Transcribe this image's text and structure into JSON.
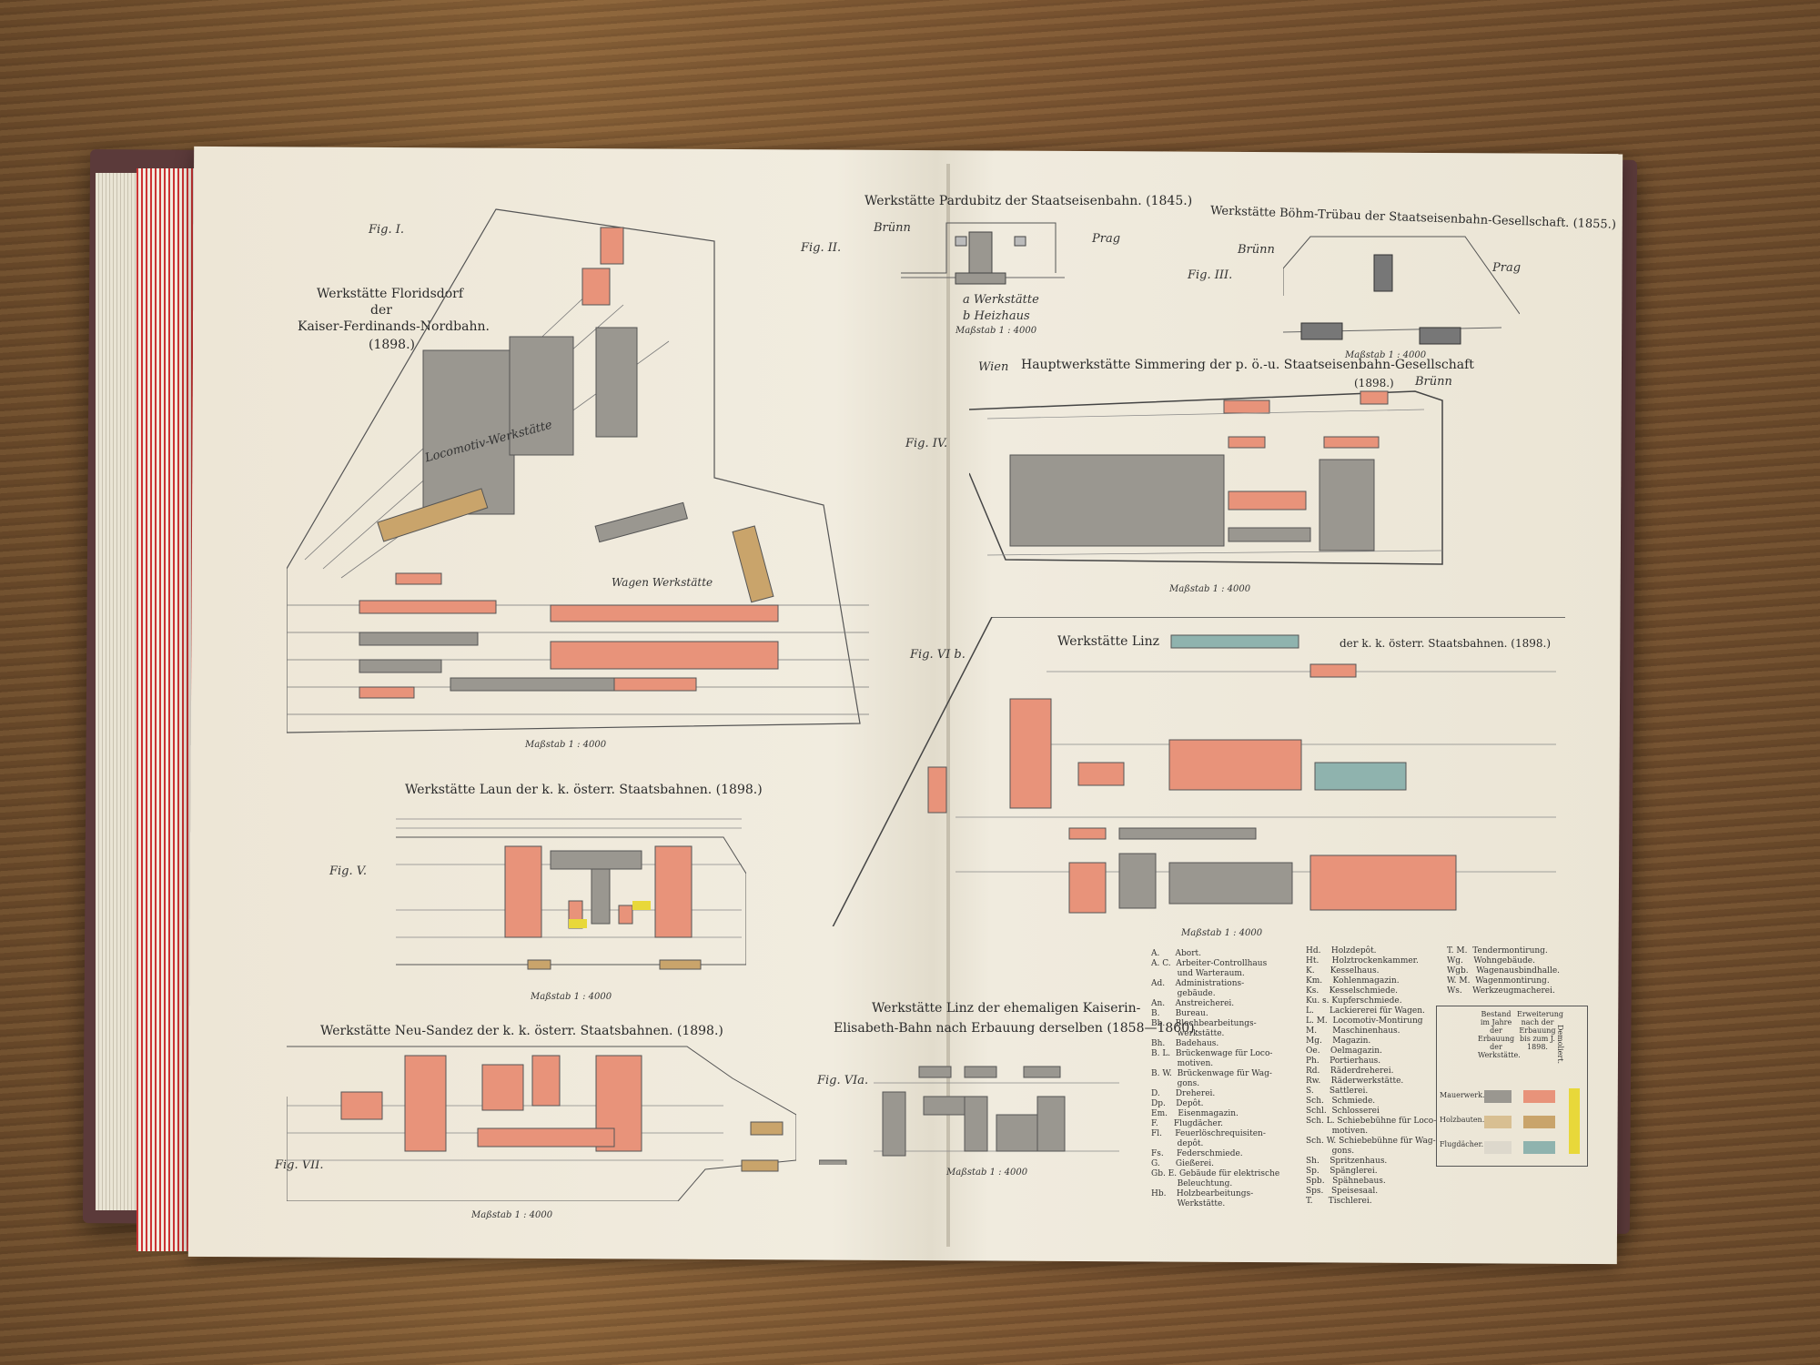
{
  "figures": [
    {
      "id": "fig1",
      "fig": "Fig. I.",
      "title": [
        "Werkstätte Floridsdorf",
        "der",
        "Kaiser-Ferdinands-Nordbahn.",
        "(1898.)"
      ],
      "scale": "Maßstab 1 : 4000",
      "labels": {
        "lok": "Locomotiv-Werkstätte",
        "wagen": "Wagen Werkstätte"
      }
    },
    {
      "id": "fig2",
      "fig": "Fig. II.",
      "title": "Werkstätte Pardubitz der Staatseisenbahn. (1845.)",
      "notes": [
        "a Werkstätte",
        "b Heizhaus"
      ],
      "scale": "Maßstab 1 : 4000",
      "dirs": [
        "Brünn",
        "Prag"
      ]
    },
    {
      "id": "fig3",
      "fig": "Fig. III.",
      "title": "Werkstätte Böhm-Trübau der Staatseisenbahn-Gesellschaft. (1855.)",
      "scale": "Maßstab 1 : 4000",
      "dirs": [
        "Brünn",
        "Prag"
      ]
    },
    {
      "id": "fig4",
      "fig": "Fig. IV.",
      "title": "Hauptwerkstätte Simmering der p. ö.-u. Staatseisenbahn-Gesellschaft",
      "year": "(1898.)",
      "scale": "Maßstab 1 : 4000",
      "dirs": [
        "Wien",
        "Brünn"
      ]
    },
    {
      "id": "fig5",
      "fig": "Fig. V.",
      "title": "Werkstätte Laun der k. k. österr. Staatsbahnen. (1898.)",
      "scale": "Maßstab 1 : 4000"
    },
    {
      "id": "fig6b",
      "fig": "Fig. VI b.",
      "title": "Werkstätte Linz",
      "title2": "der k. k. österr. Staatsbahnen. (1898.)",
      "scale": "Maßstab 1 : 4000"
    },
    {
      "id": "fig6a",
      "fig": "Fig. VIa.",
      "title": [
        "Werkstätte Linz der ehemaligen Kaiserin-",
        "Elisabeth-Bahn nach Erbauung derselben (1858—1860)."
      ],
      "scale": "Maßstab 1 : 4000"
    },
    {
      "id": "fig7",
      "fig": "Fig. VII.",
      "title": "Werkstätte Neu-Sandez der k. k. österr. Staatsbahnen. (1898.)",
      "scale": "Maßstab 1 : 4000"
    }
  ],
  "legend": {
    "col1": "A.      Abort.\nA. C.  Arbeiter-Controllhaus\n          und Warteraum.\nAd.    Administrations-\n          gebäude.\nAn.    Anstreicherei.\nB.      Bureau.\nBb.    Blechbearbeitungs-\n          werkstätte.\nBh.    Badehaus.\nB. L.  Brückenwage für Loco-\n          motiven.\nB. W.  Brückenwage für Wag-\n          gons.\nD.      Dreherei.\nDp.    Depôt.\nEm.    Eisenmagazin.\nF.      Flugdächer.\nFl.     Feuerlöschrequisiten-\n          depôt.\nFs.     Federschmiede.\nG.      Gießerei.\nGb. E. Gebäude für elektrische\n          Beleuchtung.\nHb.    Holzbearbeitungs-\n          Werkstätte.",
    "col2": "Hd.    Holzdepôt.\nHt.     Holztrockenkammer.\nK.      Kesselhaus.\nKm.    Kohlenmagazin.\nKs.    Kesselschmiede.\nKu. s. Kupferschmiede.\nL.      Lackiererei für Wagen.\nL. M.  Locomotiv-Montirung\nM.      Maschinenhaus.\nMg.    Magazin.\nOe.    Oelmagazin.\nPh.    Portierhaus.\nRd.    Räderdreherei.\nRw.    Räderwerkstätte.\nS.      Sattlerei.\nSch.   Schmiede.\nSchl.  Schlosserei\nSch. L. Schiebebühne für Loco-\n          motiven.\nSch. W. Schiebebühne für Wag-\n          gons.\nSh.    Spritzenhaus.\nSp.    Spänglerei.\nSpb.   Spähnebaus.\nSps.   Speisesaal.\nT.      Tischlerei.",
    "col3": "T. M.  Tendermontirung.\nWg.    Wohngebäude.\nWgb.   Wagenausbindhalle.\nW. M.  Wagenmontirung.\nWs.    Werkzeugmacherei.",
    "table": {
      "headers": [
        "Bestand im Jahre der Erbauung der Werkstätte.",
        "Erweiterung nach der Erbauung bis zum J. 1898.",
        "Demoliert."
      ],
      "rows": [
        "Mauerwerk.",
        "Holzbauten.",
        "Flugdächer."
      ]
    }
  },
  "colors": {
    "salmon": "#e8937a",
    "grey": "#9a9790",
    "tan": "#c9a46b",
    "teal": "#8fb3ae",
    "yellow": "#e8d83a",
    "ink": "#333333"
  }
}
